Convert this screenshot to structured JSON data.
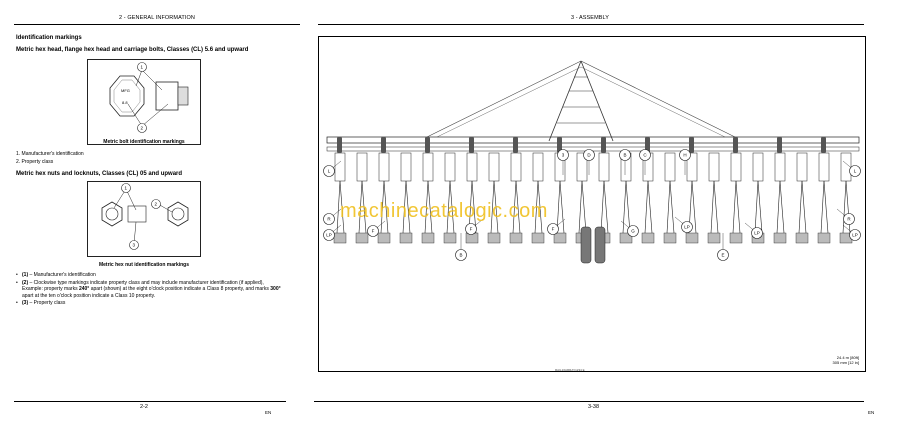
{
  "left_page": {
    "header": "2 - GENERAL INFORMATION",
    "section_title": "Identification markings",
    "bolt_title": "Metric hex head, flange hex head and carriage bolts, Classes (CL) 5.6 and upward",
    "bolt_figure": {
      "caption": "Metric bolt identification markings",
      "callouts": [
        "1",
        "2"
      ],
      "head_labels": [
        "MFG",
        "8.8"
      ]
    },
    "bolt_items": [
      "1.  Manufacturer's identification",
      "2.  Property class"
    ],
    "nut_title": "Metric hex nuts and locknuts, Classes (CL) 05 and upward",
    "nut_figure": {
      "caption": "Metric hex nut identification markings",
      "callouts": [
        "1",
        "2",
        "3"
      ]
    },
    "nut_bullets": [
      {
        "num": "(1)",
        "text": " – Manufacturer's identification"
      },
      {
        "num": "(2)",
        "text": " – Clockwise type markings indicate property class and may include manufacturer identification (if applied), Example: property marks ",
        "b1": "240°",
        "t2": " apart (shown) at the eight o'clock position indicate a Class 8 property, and marks ",
        "b2": "300°",
        "t3": " apart at the ten o'clock position indicate a Class 10 property."
      },
      {
        "num": "(3)",
        "text": " – Property class"
      }
    ],
    "footer_page": "2-2",
    "footer_lang": "EN"
  },
  "right_page": {
    "header": "3 - ASSEMBLY",
    "figure": {
      "callouts_top": [
        "3",
        "D",
        "B",
        "C",
        "H"
      ],
      "callouts_side": [
        "L",
        "L",
        "R",
        "R",
        "LP",
        "LP",
        "F",
        "F",
        "F",
        "G",
        "LP",
        "LP"
      ],
      "callouts_bottom": [
        "B",
        "E"
      ],
      "legend": [
        "24.4 m [80ft]",
        "305 mm [12 in]"
      ],
      "tiny_ref": "RAIL16ARRAY1234   E"
    },
    "footer_page": "3-38",
    "footer_lang": "EN"
  },
  "watermark": "machinecatalogic.com"
}
